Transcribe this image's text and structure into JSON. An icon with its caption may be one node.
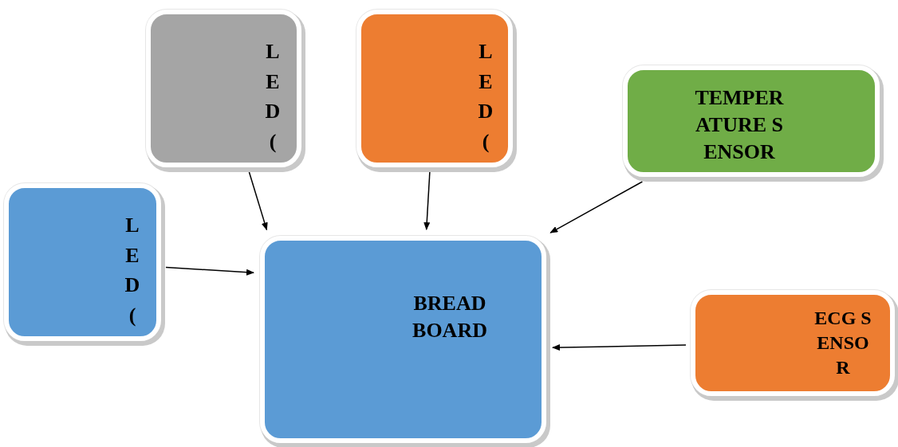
{
  "diagram": {
    "nodes": [
      {
        "text": [
          "LED("
        ]
      },
      {
        "text": [
          "LED("
        ]
      },
      {
        "text": [
          "TEMPERATURE SENSOR"
        ]
      },
      {
        "text": [
          "LED("
        ]
      },
      {
        "text": [
          "BREAD BOARD"
        ]
      },
      {
        "text": [
          "ECG SENSOR"
        ]
      }
    ],
    "edges": [
      {
        "from": 0,
        "to": 4,
        "arrow": "to"
      },
      {
        "from": 1,
        "to": 4,
        "arrow": "to"
      },
      {
        "from": 2,
        "to": 4,
        "arrow": "to"
      },
      {
        "from": 3,
        "to": 4,
        "arrow": "to"
      },
      {
        "from": 5,
        "to": 4,
        "arrow": "to"
      }
    ]
  }
}
